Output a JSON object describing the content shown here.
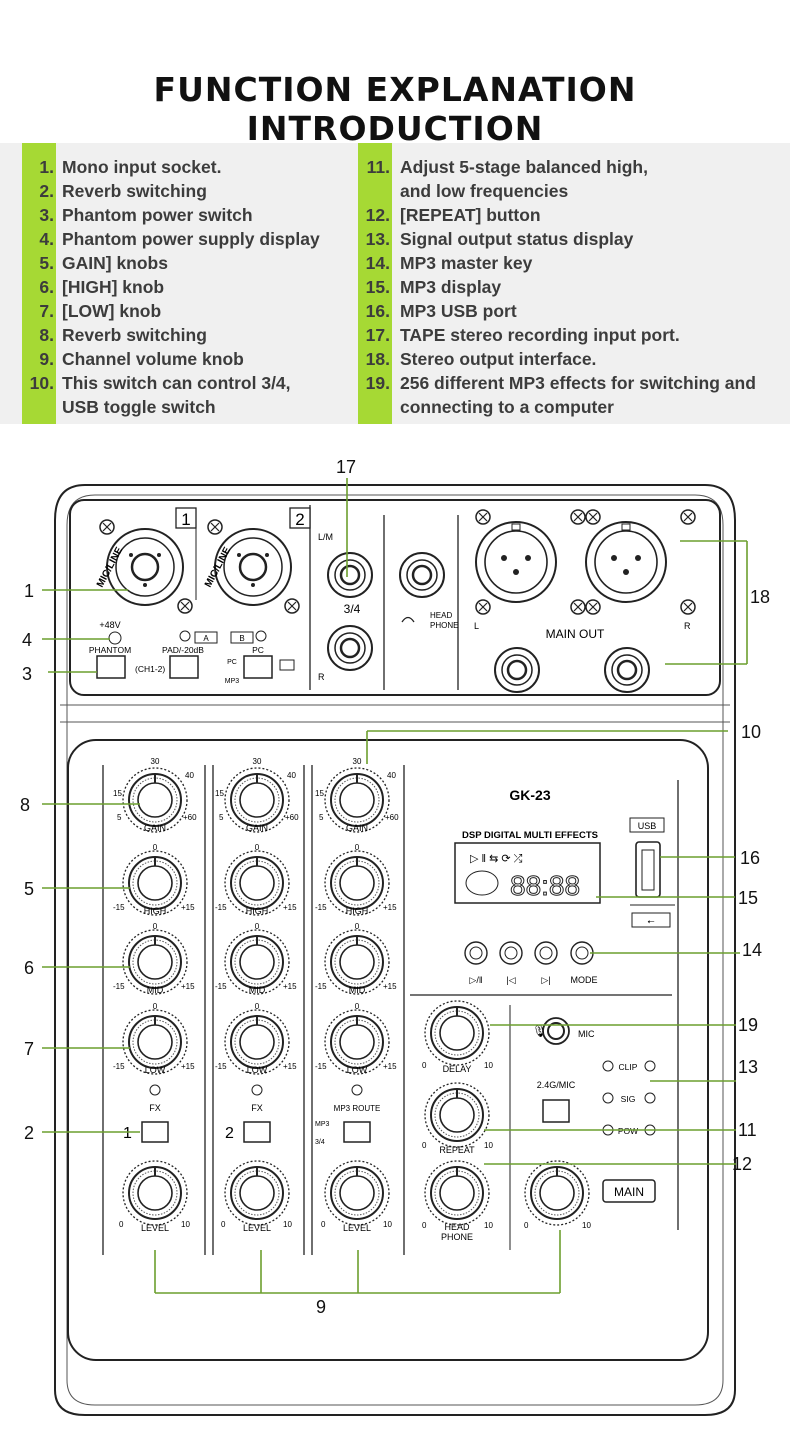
{
  "title": "FUNCTION EXPLANATION INTRODUCTION",
  "legend_left": [
    {
      "num": "1.",
      "text": "Mono input socket."
    },
    {
      "num": "2.",
      "text": "Reverb switching"
    },
    {
      "num": "3.",
      "text": "Phantom power switch"
    },
    {
      "num": "4.",
      "text": "Phantom power supply display"
    },
    {
      "num": "5.",
      "text": "GAIN] knobs"
    },
    {
      "num": "6.",
      "text": "[HIGH] knob"
    },
    {
      "num": "7.",
      "text": "[LOW] knob"
    },
    {
      "num": "8.",
      "text": "Reverb switching"
    },
    {
      "num": "9.",
      "text": "Channel volume knob"
    },
    {
      "num": "10.",
      "text": "This switch can control 3/4,",
      "text2": "USB toggle switch"
    }
  ],
  "legend_right": [
    {
      "num": "11.",
      "text": "Adjust 5-stage balanced high,",
      "text2": "and low frequencies"
    },
    {
      "num": "12.",
      "text": "[REPEAT] button"
    },
    {
      "num": "13.",
      "text": "Signal output status display"
    },
    {
      "num": "14.",
      "text": "MP3 master key"
    },
    {
      "num": "15.",
      "text": "MP3 display"
    },
    {
      "num": "16.",
      "text": "MP3 USB port"
    },
    {
      "num": "17.",
      "text": "TAPE stereo recording input port."
    },
    {
      "num": "18.",
      "text": "Stereo output interface."
    },
    {
      "num": "19.",
      "text": "256 different MP3 effects for switching and",
      "text2": "connecting to a computer"
    }
  ],
  "callouts": {
    "c1": "1",
    "c2": "2",
    "c3": "3",
    "c4": "4",
    "c5": "5",
    "c6": "6",
    "c7": "7",
    "c8": "8",
    "c9": "9",
    "c10": "10",
    "c11": "11",
    "c12": "12",
    "c13": "13",
    "c14": "14",
    "c15": "15",
    "c16": "16",
    "c17": "17",
    "c18": "18",
    "c19": "19"
  },
  "device": {
    "model": "GK-23",
    "ch1": "1",
    "ch2": "2",
    "mic_line": "MIC/LINE",
    "plus48v": "+48V",
    "phantom": "PHANTOM",
    "ch12": "(CH1-2)",
    "pad": "PAD/-20dB",
    "a": "A",
    "b": "B",
    "pc": "PC",
    "mp3": "MP3",
    "lm": "L/M",
    "r": "R",
    "three_four": "3/4",
    "head": "HEAD",
    "phone": "PHONE",
    "main_out": "MAIN OUT",
    "l": "L",
    "gain": "GAIN",
    "high": "HIGH",
    "mid": "MID",
    "low": "LOW",
    "level": "LEVEL",
    "fx": "FX",
    "mp3_route": "MP3 ROUTE",
    "mp3_small": "MP3",
    "three_four_small": "3/4",
    "s30": "30",
    "s40": "40",
    "s15": "15",
    "s5": "5",
    "s60": "+60",
    "m15": "-15",
    "p15": "+15",
    "z": "0",
    "ten": "10",
    "dsp": "DSP DIGITAL MULTI EFFECTS",
    "usb": "USB",
    "mode": "MODE",
    "mic": "MIC",
    "delay": "DELAY",
    "repeat": "REPEAT",
    "head_phone_1": "HEAD",
    "head_phone_2": "PHONE",
    "g24": "2.4G/MIC",
    "clip": "CLIP",
    "sig": "SIG",
    "pow": "POW",
    "main": "MAIN",
    "lcd": "88:88"
  }
}
